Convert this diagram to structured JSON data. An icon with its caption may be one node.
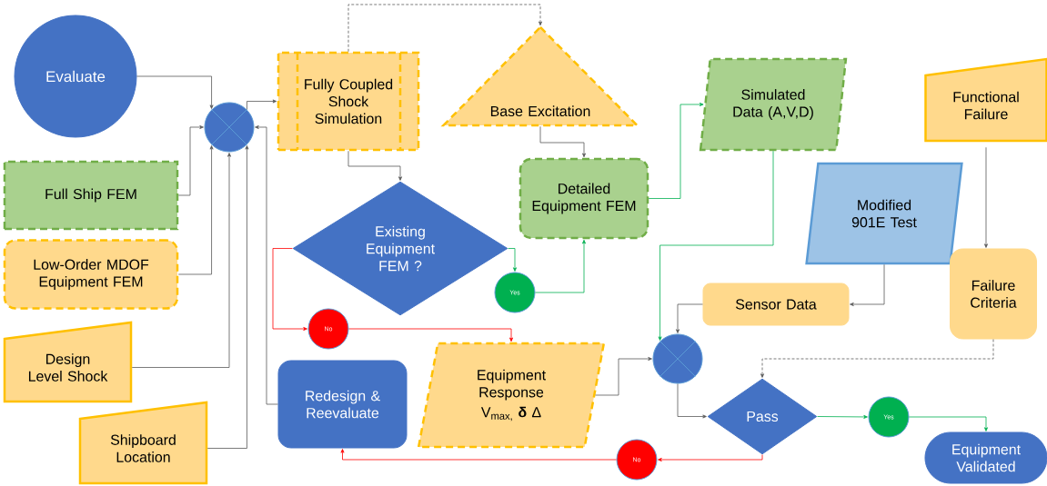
{
  "diagram": {
    "nodes": [
      {
        "text": [
          "Evaluate"
        ]
      },
      {
        "text": [
          "Full Ship FEM"
        ]
      },
      {
        "text": [
          "Low-Order MDOF Equipment FEM"
        ]
      },
      {
        "text": [
          "Design Level Shock"
        ]
      },
      {
        "text": [
          "Shipboard Location"
        ]
      },
      {
        "text": [],
        "shape": "circle"
      },
      {
        "text": [
          "Fully Coupled Shock Simulation"
        ]
      },
      {
        "text": [
          "Base Excitation"
        ]
      },
      {
        "text": [
          "Existing Equipment FEM ?"
        ]
      },
      {
        "text": [
          "Detailed Equipment FEM"
        ]
      },
      {
        "text": [
          "Yes"
        ]
      },
      {
        "text": [
          "No"
        ]
      },
      {
        "text": [
          "Simulated Data (A,V,D)"
        ]
      },
      {
        "text": [
          "Modified 901E Test"
        ]
      },
      {
        "text": [
          "Functional Failure"
        ]
      },
      {
        "text": [
          "Sensor Data"
        ]
      },
      {
        "text": [
          "Failure Criteria"
        ]
      },
      {
        "text": [
          "Redesign & Reevaluate"
        ]
      },
      {
        "text": [
          "Equipment Response",
          "V$_{max,}$ **δ** Δ"
        ]
      },
      {
        "text": [],
        "shape": "circle"
      },
      {
        "text": [
          "Pass"
        ]
      },
      {
        "text": [
          "Yes"
        ]
      },
      {
        "text": [
          "No"
        ]
      },
      {
        "text": [
          "Equipment Validated"
        ]
      }
    ],
    "edges": [
      {
        "from": 0,
        "to": 5,
        "arrow": "to"
      },
      {
        "from": 1,
        "to": 5,
        "arrow": "to"
      },
      {
        "from": 2,
        "to": 5,
        "arrow": "to"
      },
      {
        "from": 3,
        "to": 5,
        "arrow": "to"
      },
      {
        "from": 4,
        "to": 5,
        "arrow": "to"
      },
      {
        "from": 17,
        "to": 5,
        "arrow": "to"
      },
      {
        "from": 5,
        "to": 6,
        "arrow": "to"
      },
      {
        "from": 6,
        "to": 7,
        "arrow": "to",
        "style": "dashed"
      },
      {
        "from": 6,
        "to": 8,
        "arrow": "to"
      },
      {
        "from": 7,
        "to": 9,
        "arrow": "to"
      },
      {
        "from": 8,
        "to": 10,
        "arrow": "to",
        "color": "#00b050"
      },
      {
        "from": 10,
        "to": 9,
        "arrow": "to",
        "color": "#00b050"
      },
      {
        "from": 8,
        "to": 11,
        "arrow": "to",
        "color": "#ff0000"
      },
      {
        "from": 11,
        "to": 18,
        "arrow": "to",
        "color": "#ff0000"
      },
      {
        "from": 9,
        "to": 12,
        "arrow": "to",
        "color": "#00b050"
      },
      {
        "from": 12,
        "to": 19,
        "arrow": "to",
        "color": "#00b050"
      },
      {
        "from": 13,
        "to": 15,
        "arrow": "to"
      },
      {
        "from": 15,
        "to": 19,
        "arrow": "to"
      },
      {
        "from": 18,
        "to": 19,
        "arrow": "to"
      },
      {
        "from": 14,
        "to": 16,
        "arrow": "to"
      },
      {
        "from": 16,
        "to": 20,
        "arrow": "to",
        "style": "dashed"
      },
      {
        "from": 19,
        "to": 20,
        "arrow": "to"
      },
      {
        "from": 20,
        "to": 21,
        "arrow": "to",
        "color": "#00b050"
      },
      {
        "from": 21,
        "to": 23,
        "arrow": "to",
        "color": "#00b050"
      },
      {
        "from": 20,
        "to": 22,
        "arrow": "to",
        "color": "#ff0000"
      },
      {
        "from": 22,
        "to": 17,
        "arrow": "to",
        "color": "#ff0000"
      }
    ]
  }
}
